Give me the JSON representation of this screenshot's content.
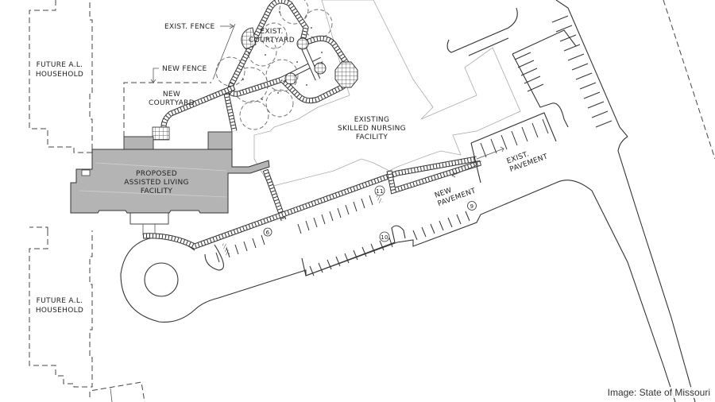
{
  "labels": {
    "future_household_top": [
      "FUTURE A.L.",
      "HOUSEHOLD"
    ],
    "future_household_bottom": [
      "FUTURE A.L.",
      "HOUSEHOLD"
    ],
    "exist_fence": "EXIST. FENCE",
    "new_fence": "NEW FENCE",
    "new_courtyard": [
      "NEW",
      "COURTYARD"
    ],
    "exist_courtyard": [
      "EXIST.",
      "COURTYARD"
    ],
    "proposed_facility": [
      "PROPOSED",
      "ASSISTED LIVING",
      "FACILITY"
    ],
    "existing_facility": [
      "EXISTING",
      "SKILLED NURSING",
      "FACILITY"
    ],
    "new_pavement": [
      "NEW",
      "PAVEMENT"
    ],
    "exist_pavement": [
      "EXIST.",
      "PAVEMENT"
    ]
  },
  "stall_counts": [
    "6",
    "11",
    "10",
    "9"
  ],
  "credit": "Image: State of Missouri",
  "colors": {
    "proposed_building_fill": "#b4b4b4",
    "line": "#333333",
    "background": "#ffffff"
  }
}
